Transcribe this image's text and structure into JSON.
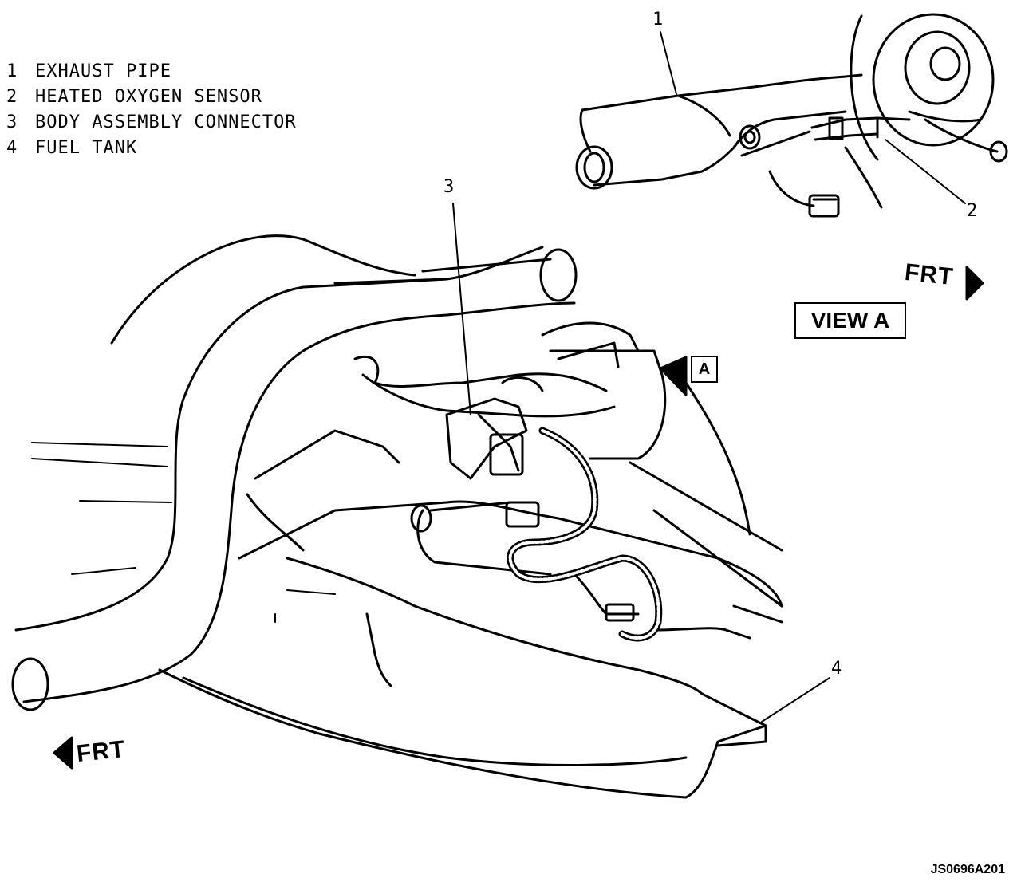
{
  "legend": [
    {
      "num": "1",
      "label": "EXHAUST PIPE"
    },
    {
      "num": "2",
      "label": "HEATED OXYGEN SENSOR"
    },
    {
      "num": "3",
      "label": "BODY ASSEMBLY CONNECTOR"
    },
    {
      "num": "4",
      "label": "FUEL TANK"
    }
  ],
  "callouts": {
    "c1": "1",
    "c2": "2",
    "c3": "3",
    "c4": "4"
  },
  "view_label": "VIEW A",
  "view_marker": "A",
  "frt_right": "FRT",
  "frt_left": "FRT",
  "figure_code": "JS0696A201"
}
